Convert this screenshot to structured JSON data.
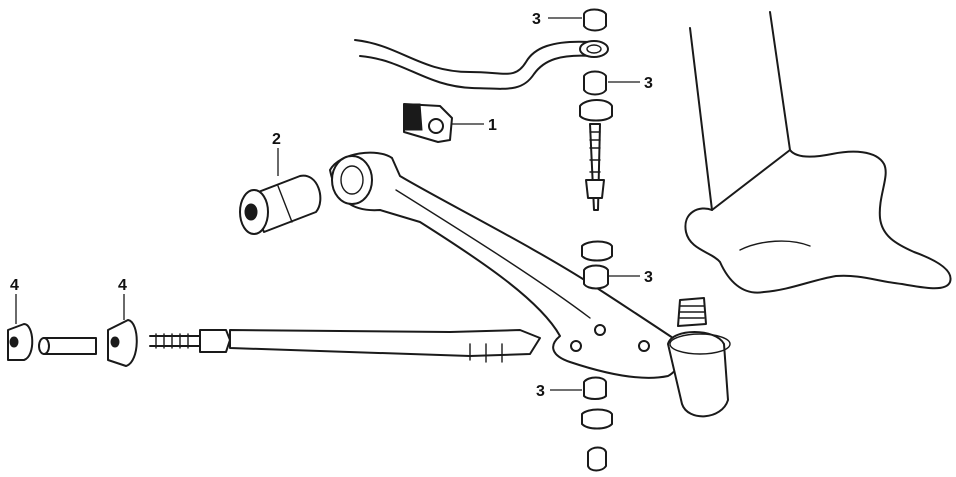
{
  "diagram": {
    "callouts": {
      "c1": "1",
      "c2": "2",
      "c3_top": "3",
      "c3_upper": "3",
      "c3_lower": "3",
      "c3_bottom": "3",
      "c4_left": "4",
      "c4_right": "4"
    },
    "colors": {
      "ink": "#1a1a1a",
      "paper": "#ffffff"
    }
  }
}
